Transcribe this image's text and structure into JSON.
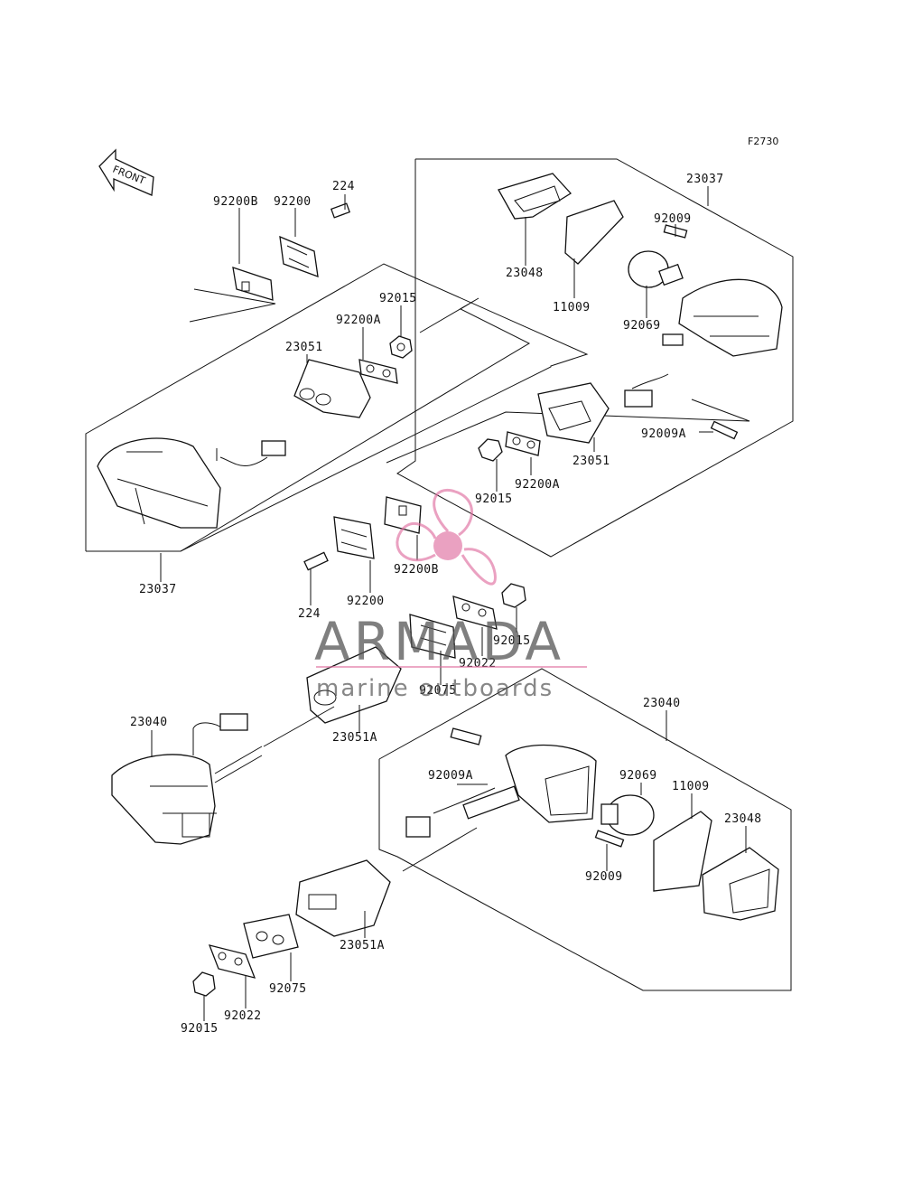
{
  "figure_code": "F2730",
  "front_label": "FRONT",
  "watermark": {
    "brand": "ARMADA",
    "tagline": "marine outboards",
    "accent_color": "#e06fa0",
    "text_color": "#555555"
  },
  "labels": {
    "l224_a": "224",
    "l92200_a": "92200",
    "l92200B_a": "92200B",
    "l92015_a": "92015",
    "l92200A_a": "92200A",
    "l23051_a": "23051",
    "l23037_a": "23037",
    "l23037_b": "23037",
    "l23048_a": "23048",
    "l11009_a": "11009",
    "l92009_a": "92009",
    "l92069_a": "92069",
    "l92009A_a": "92009A",
    "l23051_b": "23051",
    "l92200A_b": "92200A",
    "l92015_b": "92015",
    "l92200B_b": "92200B",
    "l92200_b": "92200",
    "l224_b": "224",
    "l92015_c": "92015",
    "l92022_a": "92022",
    "l92075_a": "92075",
    "l23051A_a": "23051A",
    "l23040_a": "23040",
    "l23040_b": "23040",
    "l92009A_b": "92009A",
    "l92069_b": "92069",
    "l11009_b": "11009",
    "l23048_b": "23048",
    "l92009_b": "92009",
    "l23051A_b": "23051A",
    "l92075_b": "92075",
    "l92022_b": "92022",
    "l92015_d": "92015"
  }
}
